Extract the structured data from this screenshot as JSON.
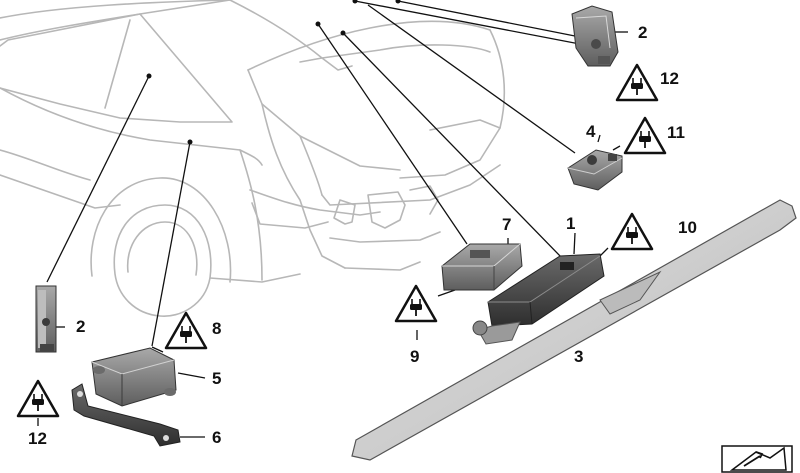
{
  "diagram": {
    "part_numbers": [
      "1",
      "2",
      "3",
      "4",
      "5",
      "6",
      "7",
      "8",
      "9",
      "10",
      "11",
      "12"
    ],
    "callouts": {
      "c1": "1",
      "c2_top": "2",
      "c2_left": "2",
      "c3": "3",
      "c4": "4",
      "c5": "5",
      "c6": "6",
      "c7": "7",
      "c8": "8",
      "c9": "9",
      "c10": "10",
      "c11": "11",
      "c12_top": "12",
      "c12_left": "12"
    },
    "icons": [
      "electric-plug-warning-icon",
      "catalog-corner-icon"
    ],
    "colors": {
      "line": "#111111",
      "vehicle_outline": "#b7b7b7",
      "part_fill": "#8a8a8a",
      "panel_fill": "#cfcfcf"
    }
  }
}
